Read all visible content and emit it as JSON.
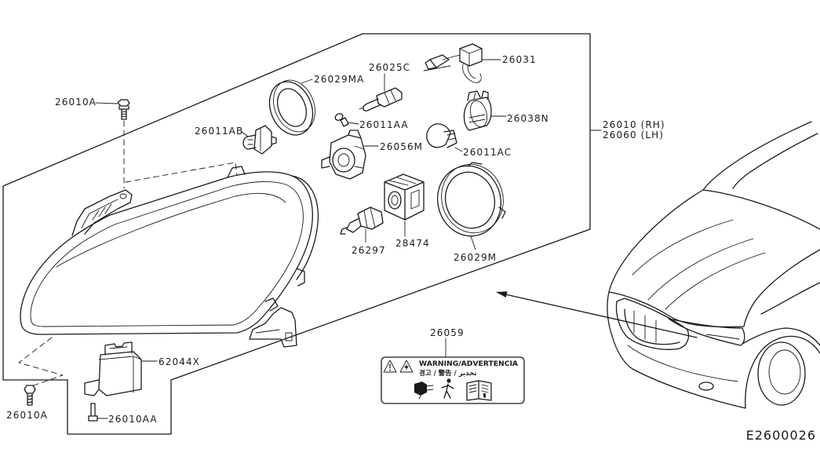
{
  "figure_code": "E2600026",
  "callouts": [
    "26010A",
    "26011AB",
    "26029MA",
    "26025C",
    "26031",
    "26011AA",
    "26038N",
    "26056M",
    "26011AC",
    "26010 (RH)",
    "26060 (LH)",
    "26297",
    "28474",
    "26029M",
    "26059",
    "62044X",
    "26010A",
    "26010AA"
  ],
  "warning_label": {
    "title": "WARNING/ADVERTENCIA",
    "subtitle": "경고 / 警告 / تحذير",
    "icons": [
      "warning-triangle-icon",
      "electric-shock-warning-icon",
      "plug-hand-icon",
      "person-icon",
      "manual-book-icon"
    ]
  },
  "colors": {
    "line": "#1a1a1a",
    "background": "#ffffff"
  }
}
